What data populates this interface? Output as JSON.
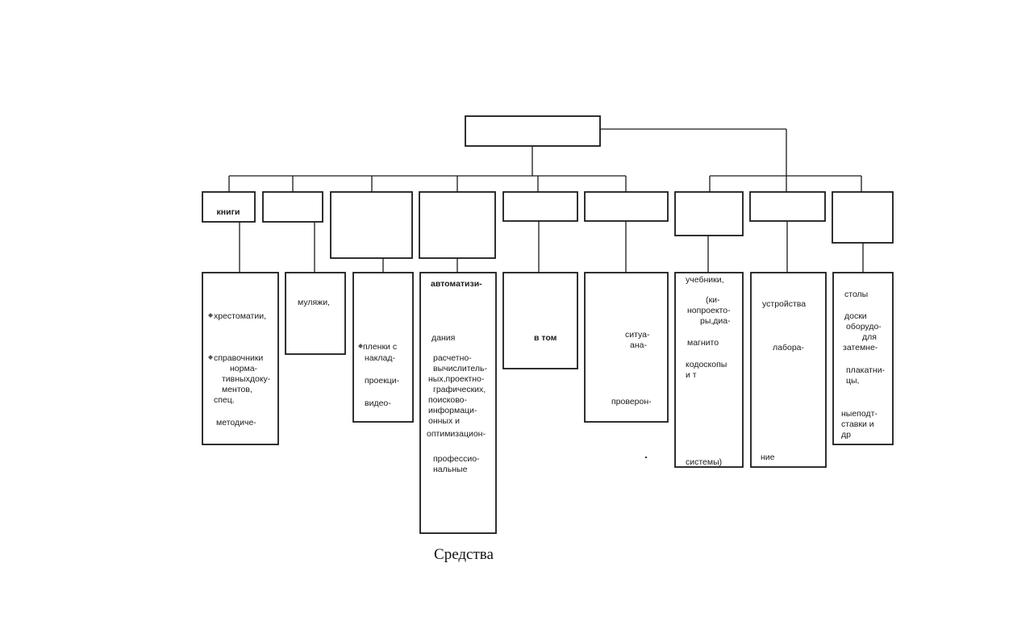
{
  "root": {
    "label": ""
  },
  "top_boxes": [
    {
      "label": "книги"
    },
    {
      "label": ""
    },
    {
      "label": ""
    },
    {
      "label": ""
    },
    {
      "label": ""
    },
    {
      "label": ""
    },
    {
      "label": ""
    },
    {
      "label": ""
    },
    {
      "label": ""
    }
  ],
  "detail_boxes": [
    {
      "lines": [
        "хрестоматии,",
        "справочники",
        "норма-",
        "тивныхдоку-",
        "ментов,",
        "спец.",
        "методиче-"
      ]
    },
    {
      "lines": [
        "муляжи,"
      ]
    },
    {
      "lines": [
        "пленки с",
        "наклад-",
        "проекци-",
        "видео-"
      ]
    },
    {
      "lines": [
        "автоматизи-",
        "дания",
        "расчетно-",
        "вычислитель-",
        "ных,проектно-",
        "графических,",
        "поисково-",
        "информаци-",
        "онных и",
        "оптимизацион-",
        "профессио-",
        "нальные"
      ]
    },
    {
      "lines": [
        "в том"
      ]
    },
    {
      "lines": [
        "ситуа-",
        "ана-",
        "проверон-"
      ]
    },
    {
      "lines": [
        "учебники,",
        "(ки-",
        "нопроекто-",
        "ры,диа-",
        "магнито",
        "кодоскопы",
        "и т",
        "системы)"
      ]
    },
    {
      "lines": [
        "устройства",
        "лабора-",
        "ние"
      ]
    },
    {
      "lines": [
        "столы",
        "доски",
        "оборудо-",
        "для",
        "затемне-",
        "плакатни-",
        "цы,",
        "ныеподт-",
        "ставки и",
        "др"
      ]
    }
  ],
  "caption": "Средства",
  "icons": {
    "bullet": "diamond-bullet-icon"
  }
}
